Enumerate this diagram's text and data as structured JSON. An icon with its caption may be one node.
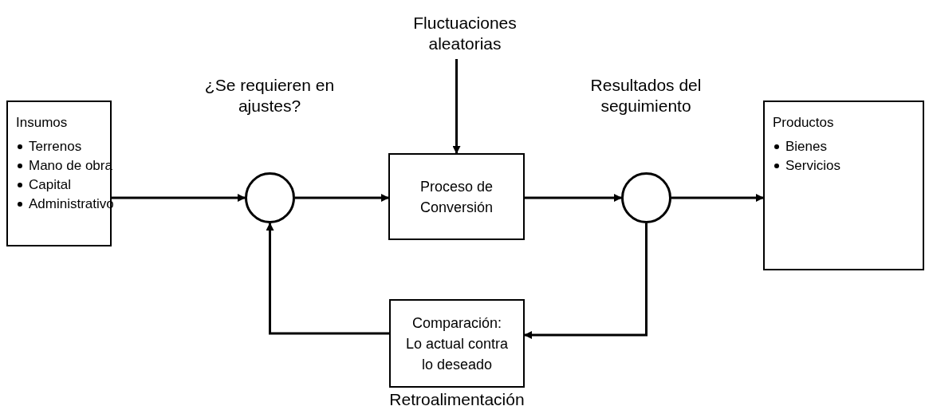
{
  "diagram": {
    "nodes": [
      {
        "text": [
          "Insumos",
          "Terrenos",
          "Mano de obra",
          "Capital",
          "Administrativo"
        ]
      },
      {
        "text": [],
        "shape": "circle",
        "beside": [
          "¿Se requieren en ajustes?"
        ]
      },
      {
        "text": [
          "Fluctuaciones aleatorias"
        ]
      },
      {
        "text": [
          "Proceso de Conversión"
        ]
      },
      {
        "text": [],
        "shape": "circle",
        "beside": [
          "Resultados del seguimiento"
        ]
      },
      {
        "text": [
          "Productos",
          "Bienes",
          "Servicios"
        ]
      },
      {
        "text": [
          "Comparación: Lo actual contra lo deseado"
        ],
        "beside": [
          "Retroalimentación"
        ]
      }
    ],
    "edges": [
      {
        "from": 0,
        "to": 1,
        "arrow": "to"
      },
      {
        "from": 1,
        "to": 3,
        "arrow": "to"
      },
      {
        "from": 2,
        "to": 3,
        "arrow": "to"
      },
      {
        "from": 3,
        "to": 4,
        "arrow": "to"
      },
      {
        "from": 4,
        "to": 5,
        "arrow": "to"
      },
      {
        "from": 4,
        "to": 6,
        "arrow": "to"
      },
      {
        "from": 6,
        "to": 1,
        "arrow": "to"
      }
    ]
  }
}
